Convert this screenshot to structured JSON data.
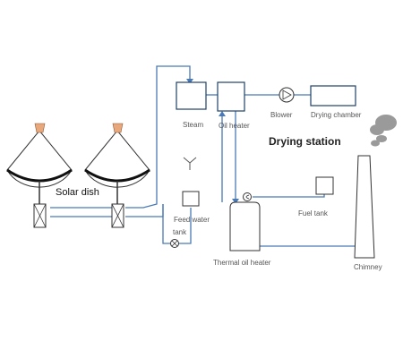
{
  "labels": {
    "solar_dish": "Solar dish",
    "steam": "Steam",
    "oil_heater": "Oil heater",
    "blower": "Blower",
    "drying_chamber": "Drying chamber",
    "drying_station": "Drying station",
    "feed_water_tank_line1": "Feed water",
    "feed_water_tank_line2": "tank",
    "fuel_tank": "Fuel tank",
    "thermal_oil_heater": "Thermal oil heater",
    "chimney": "Chimney"
  },
  "colors": {
    "pipe": "#4a7ab5",
    "outline": "#333333",
    "receiver": "#e8a87c",
    "smoke": "#9a9a9a"
  }
}
